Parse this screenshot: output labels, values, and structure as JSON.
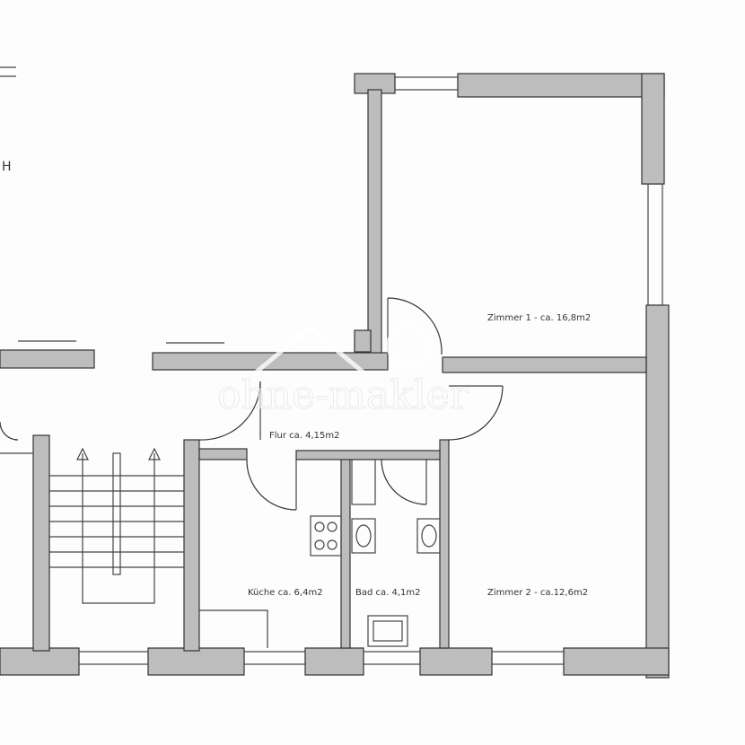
{
  "rooms": {
    "zimmer1": "Zimmer 1 - ca. 16,8m2",
    "zimmer2": "Zimmer 2 - ca.12,6m2",
    "flur": "Flur ca. 4,15m2",
    "kueche": "Küche ca. 6,4m2",
    "bad": "Bad ca. 4,1m2"
  },
  "edge_text": "H",
  "watermark": "ohne-makler",
  "colors": {
    "wall": "#bdbdbd",
    "outline": "#333333"
  }
}
